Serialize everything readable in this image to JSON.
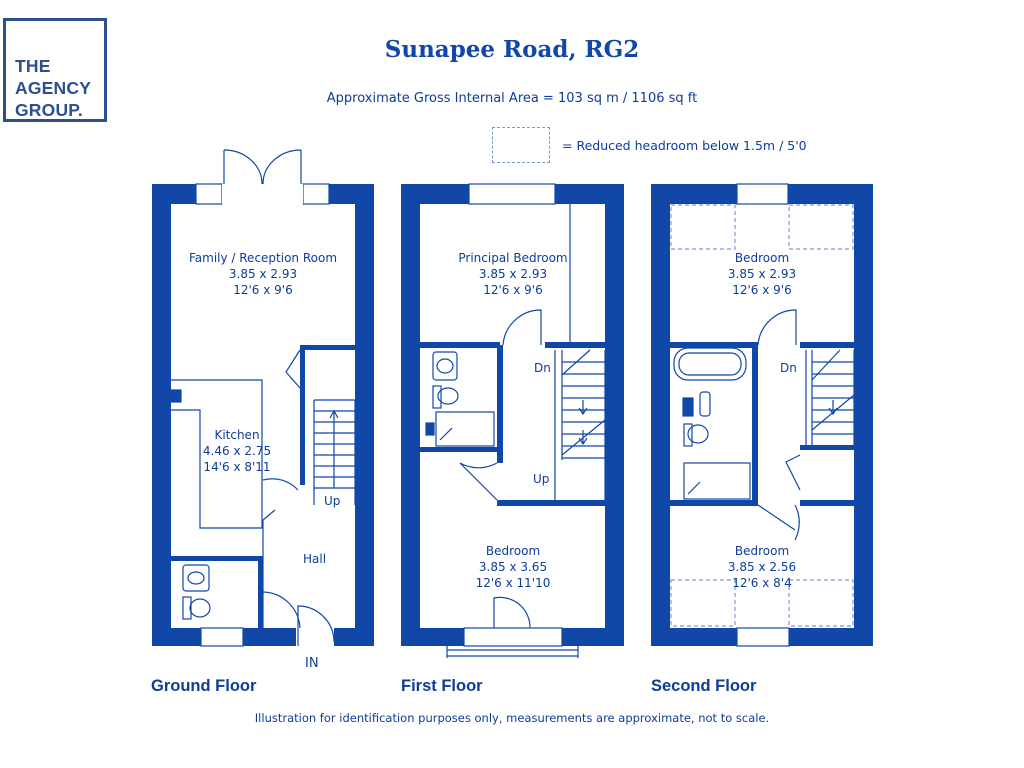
{
  "brand": {
    "line1": "THE",
    "line2": "AGENCY",
    "line3": "GROUP."
  },
  "title": "Sunapee Road, RG2",
  "subtitle": "Approximate Gross Internal Area = 103 sq m / 1106 sq ft",
  "legend": {
    "text": "= Reduced headroom below 1.5m / 5'0"
  },
  "footer": "Illustration for identification purposes only, measurements are approximate, not to scale.",
  "colors": {
    "wall": "#1148a8",
    "text": "#0d3d99"
  },
  "floors": {
    "ground": {
      "label": "Ground Floor",
      "family": {
        "name": "Family / Reception Room",
        "metric": "3.85 x 2.93",
        "imperial": "12'6 x 9'6"
      },
      "kitchen": {
        "name": "Kitchen",
        "metric": "4.46 x 2.75",
        "imperial": "14'6 x 8'11"
      },
      "hall": "Hall",
      "up": "Up",
      "entrance": "IN"
    },
    "first": {
      "label": "First Floor",
      "principal": {
        "name": "Principal Bedroom",
        "metric": "3.85 x 2.93",
        "imperial": "12'6 x 9'6"
      },
      "bedroom": {
        "name": "Bedroom",
        "metric": "3.85 x 3.65",
        "imperial": "12'6 x 11'10"
      },
      "dn": "Dn",
      "up": "Up"
    },
    "second": {
      "label": "Second Floor",
      "bedroom_top": {
        "name": "Bedroom",
        "metric": "3.85 x 2.93",
        "imperial": "12'6 x 9'6"
      },
      "bedroom_bottom": {
        "name": "Bedroom",
        "metric": "3.85 x 2.56",
        "imperial": "12'6 x 8'4"
      },
      "dn": "Dn"
    }
  }
}
